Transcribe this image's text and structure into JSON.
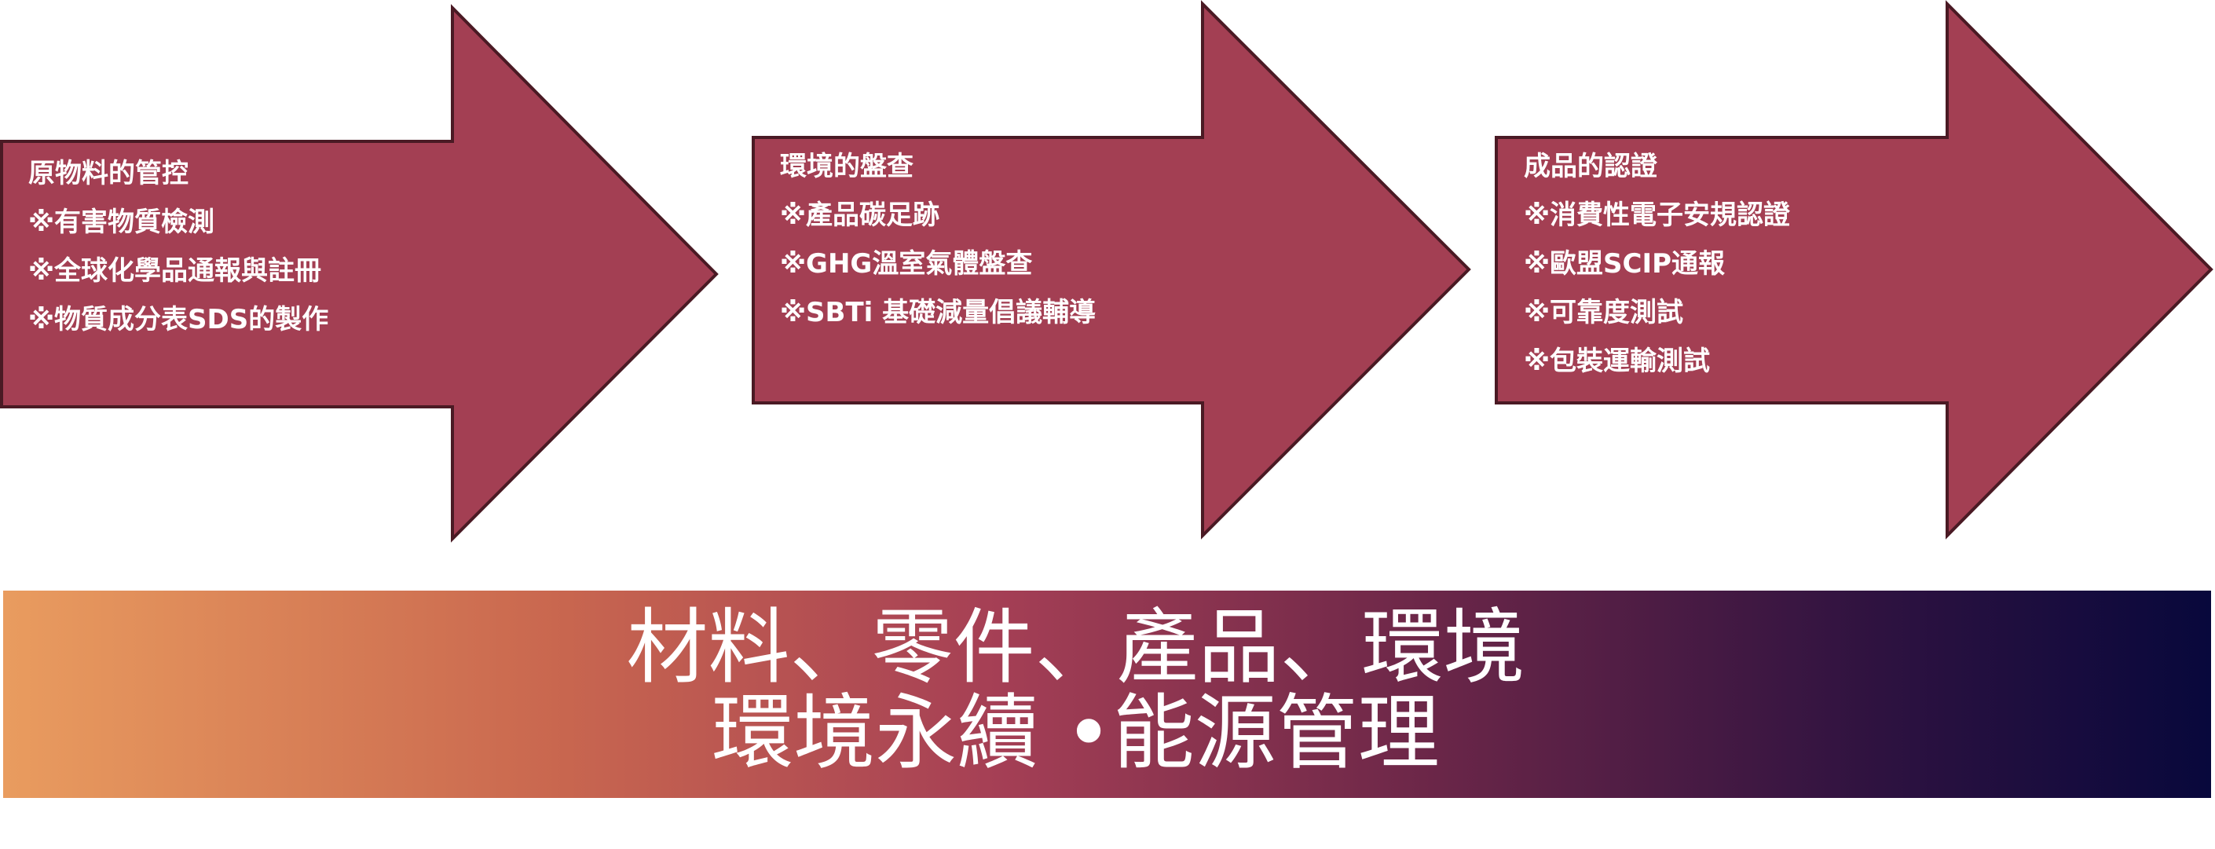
{
  "steps": [
    {
      "title": "原物料的管控",
      "items": [
        "※有害物質檢測",
        "※全球化學品通報與註冊",
        "※物質成分表SDS的製作"
      ]
    },
    {
      "title": "環境的盤查",
      "items": [
        "※產品碳足跡",
        "※GHG溫室氣體盤查",
        "※SBTi 基礎減量倡議輔導"
      ]
    },
    {
      "title": "成品的認證",
      "items": [
        "※消費性電子安規認證",
        "※歐盟SCIP通報",
        "※可靠度測試",
        "※包裝運輸測試"
      ]
    }
  ],
  "banner": {
    "line1": "材料、零件、產品、環境",
    "line2": "環境永續 •能源管理"
  },
  "colors": {
    "arrow_fill": "#A33F53",
    "arrow_stroke": "#4A1A24"
  }
}
